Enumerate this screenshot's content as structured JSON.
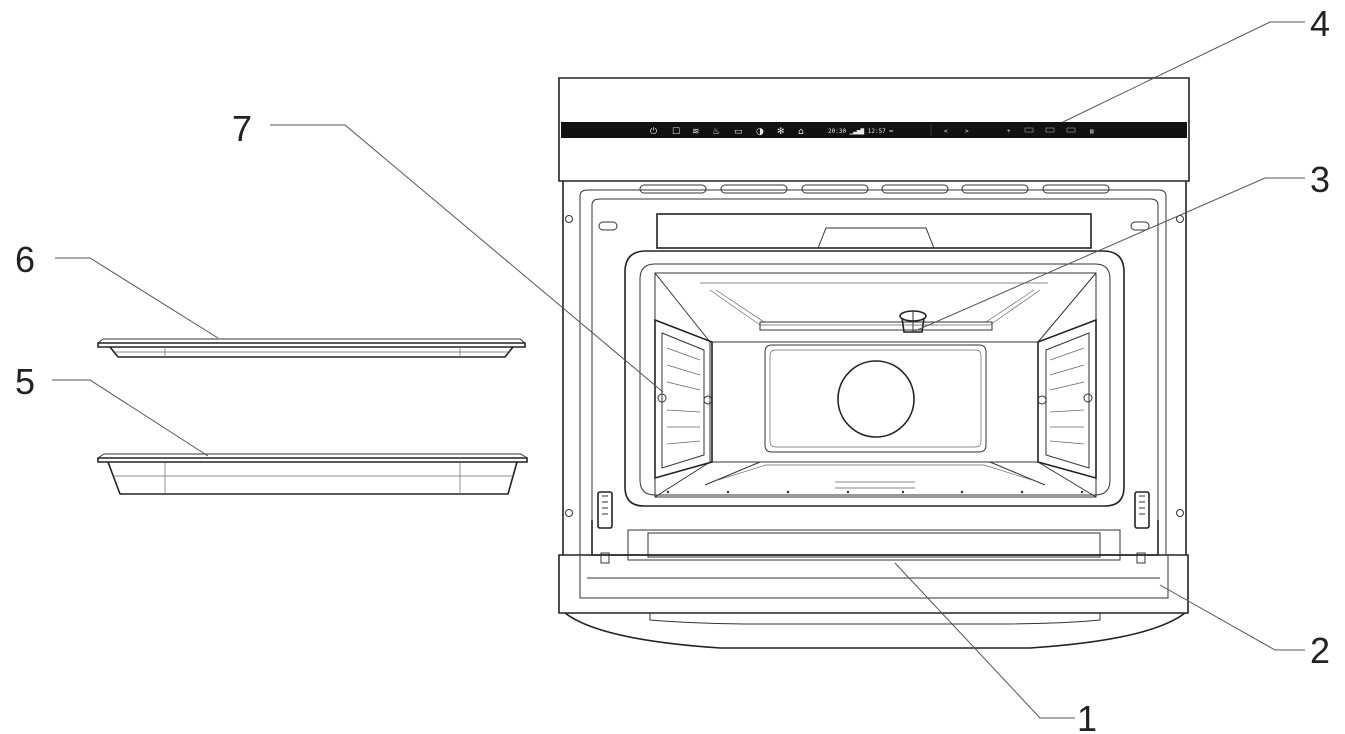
{
  "callouts": [
    {
      "id": "1",
      "label": "1"
    },
    {
      "id": "2",
      "label": "2"
    },
    {
      "id": "3",
      "label": "3"
    },
    {
      "id": "4",
      "label": "4"
    },
    {
      "id": "5",
      "label": "5"
    },
    {
      "id": "6",
      "label": "6"
    },
    {
      "id": "7",
      "label": "7"
    }
  ],
  "control_panel": {
    "icons": [
      "power-icon",
      "cup-icon",
      "grill-icon",
      "steam-icon",
      "fan-icon",
      "thermometer-icon",
      "defrost-icon",
      "lock-icon"
    ],
    "display_text": "20:30  ▁▃▅▇  12:57  ━",
    "right_controls": [
      "<",
      ">",
      "+",
      "",
      "",
      "",
      "▤"
    ]
  }
}
